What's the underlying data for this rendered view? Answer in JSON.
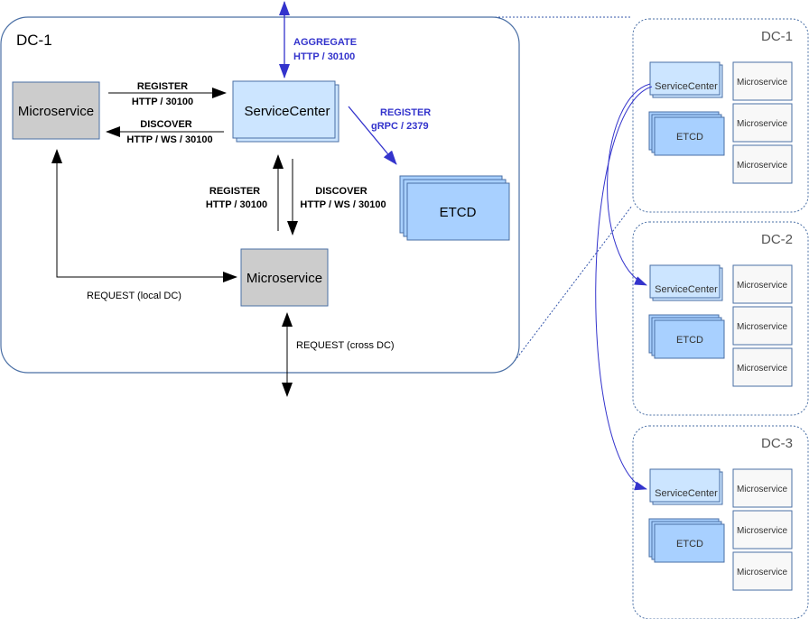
{
  "colors": {
    "gray_box": "#cccccc",
    "light_blue": "#cce5ff",
    "mid_blue": "#a8d0ff",
    "accent_blue": "#3333cc",
    "border": "#4a6fa5"
  },
  "dc1": {
    "title": "DC-1",
    "microservice_left": "Microservice",
    "service_center": "ServiceCenter",
    "etcd": "ETCD",
    "microservice_bottom": "Microservice",
    "edges": {
      "register_a": "REGISTER",
      "register_a_proto": "HTTP / 30100",
      "discover_a": "DISCOVER",
      "discover_a_proto": "HTTP / WS / 30100",
      "aggregate": "AGGREGATE",
      "aggregate_proto": "HTTP / 30100",
      "register_etcd": "REGISTER",
      "register_etcd_proto": "gRPC / 2379",
      "register_b": "REGISTER",
      "register_b_proto": "HTTP / 30100",
      "discover_b": "DISCOVER",
      "discover_b_proto": "HTTP / WS / 30100",
      "request_local": "REQUEST (local DC)",
      "request_cross": "REQUEST (cross DC)"
    }
  },
  "side_dcs": [
    {
      "title": "DC-1",
      "service_center": "ServiceCenter",
      "etcd": "ETCD",
      "microservices": [
        "Microservice",
        "Microservice",
        "Microservice"
      ]
    },
    {
      "title": "DC-2",
      "service_center": "ServiceCenter",
      "etcd": "ETCD",
      "microservices": [
        "Microservice",
        "Microservice",
        "Microservice"
      ]
    },
    {
      "title": "DC-3",
      "service_center": "ServiceCenter",
      "etcd": "ETCD",
      "microservices": [
        "Microservice",
        "Microservice",
        "Microservice"
      ]
    }
  ]
}
